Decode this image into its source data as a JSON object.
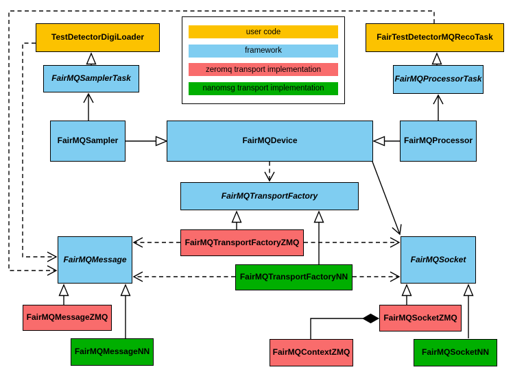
{
  "colors": {
    "user_code": "#FCC200",
    "framework": "#7FCDF1",
    "zeromq": "#F96C6C",
    "nanomsg": "#00AF00",
    "line": "#000000",
    "background": "#FFFFFF"
  },
  "legend": {
    "items": [
      {
        "label": "user code",
        "color": "#FCC200",
        "category": "user_code"
      },
      {
        "label": "framework",
        "color": "#7FCDF1",
        "category": "framework"
      },
      {
        "label": "zeromq transport implementation",
        "color": "#F96C6C",
        "category": "zeromq"
      },
      {
        "label": "nanomsg transport implementation",
        "color": "#00AF00",
        "category": "nanomsg"
      }
    ]
  },
  "nodes": {
    "testDetectorDigiLoader": {
      "label": "TestDetectorDigiLoader",
      "category": "user_code",
      "abstract": false
    },
    "fairTestDetectorMQRecoTask": {
      "label": "FairTestDetectorMQRecoTask",
      "category": "user_code",
      "abstract": false
    },
    "fairMQSamplerTask": {
      "label": "FairMQSamplerTask",
      "category": "framework",
      "abstract": true
    },
    "fairMQProcessorTask": {
      "label": "FairMQProcessorTask",
      "category": "framework",
      "abstract": true
    },
    "fairMQSampler": {
      "label": "FairMQSampler",
      "category": "framework",
      "abstract": false
    },
    "fairMQDevice": {
      "label": "FairMQDevice",
      "category": "framework",
      "abstract": false
    },
    "fairMQProcessor": {
      "label": "FairMQProcessor",
      "category": "framework",
      "abstract": false
    },
    "fairMQTransportFactory": {
      "label": "FairMQTransportFactory",
      "category": "framework",
      "abstract": true
    },
    "fairMQTransportFactoryZMQ": {
      "label": "FairMQTransportFactoryZMQ",
      "category": "zeromq",
      "abstract": false
    },
    "fairMQTransportFactoryNN": {
      "label": "FairMQTransportFactoryNN",
      "category": "nanomsg",
      "abstract": false
    },
    "fairMQMessage": {
      "label": "FairMQMessage",
      "category": "framework",
      "abstract": true
    },
    "fairMQSocket": {
      "label": "FairMQSocket",
      "category": "framework",
      "abstract": true
    },
    "fairMQMessageZMQ": {
      "label": "FairMQMessageZMQ",
      "category": "zeromq",
      "abstract": false
    },
    "fairMQMessageNN": {
      "label": "FairMQMessageNN",
      "category": "nanomsg",
      "abstract": false
    },
    "fairMQSocketZMQ": {
      "label": "FairMQSocketZMQ",
      "category": "zeromq",
      "abstract": false
    },
    "fairMQContextZMQ": {
      "label": "FairMQContextZMQ",
      "category": "zeromq",
      "abstract": false
    },
    "fairMQSocketNN": {
      "label": "FairMQSocketNN",
      "category": "nanomsg",
      "abstract": false
    }
  },
  "edges": [
    {
      "from": "FairMQSamplerTask",
      "to": "TestDetectorDigiLoader",
      "type": "inheritance"
    },
    {
      "from": "FairMQProcessorTask",
      "to": "FairTestDetectorMQRecoTask",
      "type": "inheritance"
    },
    {
      "from": "FairMQSampler",
      "to": "FairMQDevice",
      "type": "inheritance"
    },
    {
      "from": "FairMQProcessor",
      "to": "FairMQDevice",
      "type": "inheritance"
    },
    {
      "from": "FairMQTransportFactoryZMQ",
      "to": "FairMQTransportFactory",
      "type": "inheritance"
    },
    {
      "from": "FairMQTransportFactoryNN",
      "to": "FairMQTransportFactory",
      "type": "inheritance"
    },
    {
      "from": "FairMQMessageZMQ",
      "to": "FairMQMessage",
      "type": "inheritance"
    },
    {
      "from": "FairMQMessageNN",
      "to": "FairMQMessage",
      "type": "inheritance"
    },
    {
      "from": "FairMQSocketZMQ",
      "to": "FairMQSocket",
      "type": "inheritance"
    },
    {
      "from": "FairMQSocketNN",
      "to": "FairMQSocket",
      "type": "inheritance"
    },
    {
      "from": "FairMQSampler",
      "to": "FairMQSamplerTask",
      "type": "association"
    },
    {
      "from": "FairMQProcessor",
      "to": "FairMQProcessorTask",
      "type": "association"
    },
    {
      "from": "FairMQDevice",
      "to": "FairMQSocket",
      "type": "association"
    },
    {
      "from": "FairMQDevice",
      "to": "FairMQTransportFactory",
      "type": "dependency"
    },
    {
      "from": "TestDetectorDigiLoader",
      "to": "FairMQMessage",
      "type": "dependency"
    },
    {
      "from": "FairTestDetectorMQRecoTask",
      "to": "FairMQMessage",
      "type": "dependency"
    },
    {
      "from": "FairMQTransportFactoryZMQ",
      "to": "FairMQMessage",
      "type": "dependency"
    },
    {
      "from": "FairMQTransportFactoryZMQ",
      "to": "FairMQSocket",
      "type": "dependency"
    },
    {
      "from": "FairMQTransportFactoryNN",
      "to": "FairMQMessage",
      "type": "dependency"
    },
    {
      "from": "FairMQTransportFactoryNN",
      "to": "FairMQSocket",
      "type": "dependency"
    },
    {
      "from": "FairMQContextZMQ",
      "to": "FairMQSocketZMQ",
      "type": "composition"
    }
  ]
}
